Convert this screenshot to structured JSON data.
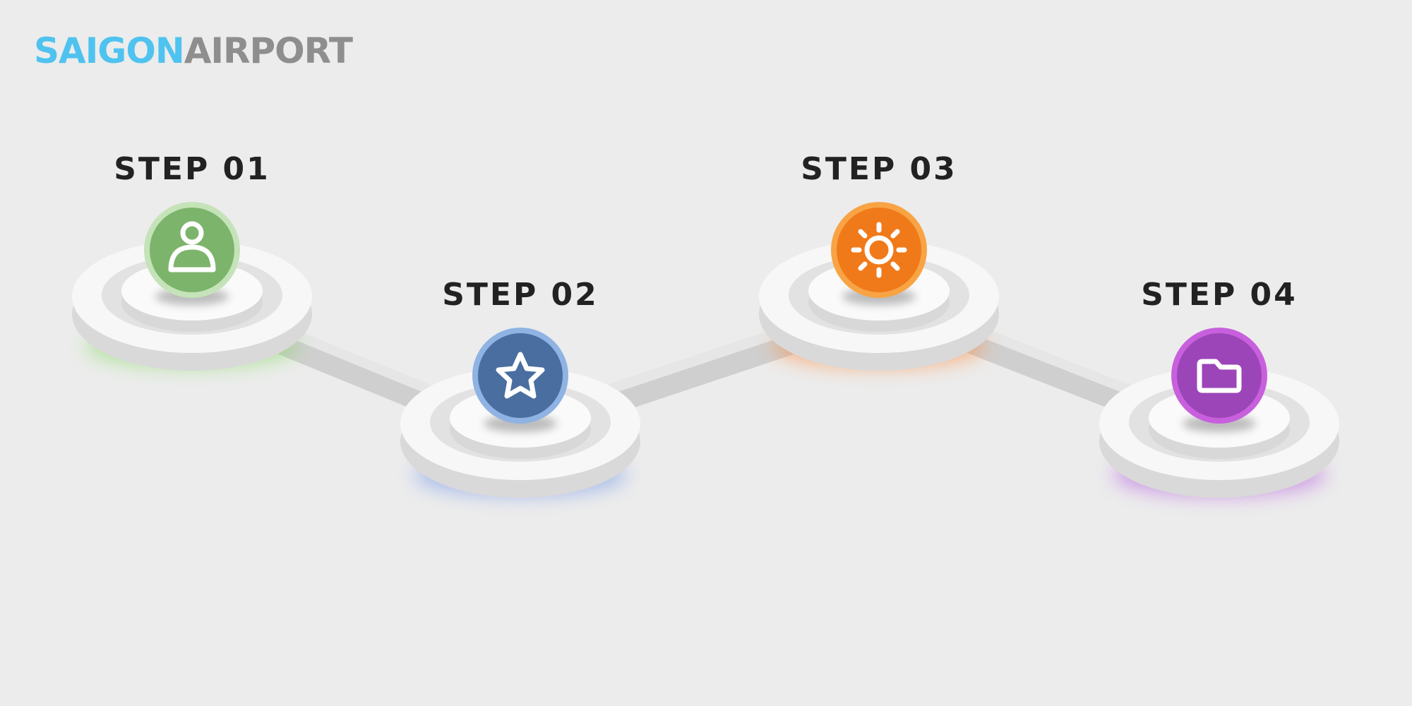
{
  "logo": {
    "part1": "SAIGON",
    "part2": "AIRPORT",
    "colors": {
      "part1": "#4fc3ef",
      "part2": "#8e8e8e"
    }
  },
  "steps": [
    {
      "label": "STEP 01",
      "icon": "user-icon",
      "color": "#7cb46b",
      "ring": "#c5e3b8",
      "glow": "#7ed957"
    },
    {
      "label": "STEP 02",
      "icon": "star-icon",
      "color": "#4a6ea0",
      "ring": "#8fb3e2",
      "glow": "#6a8fe8"
    },
    {
      "label": "STEP 03",
      "icon": "gear-icon",
      "color": "#f07a1a",
      "ring": "#f8a445",
      "glow": "#ff8a3d"
    },
    {
      "label": "STEP 04",
      "icon": "folder-icon",
      "color": "#9c45b8",
      "ring": "#c860dd",
      "glow": "#b65ee0"
    }
  ]
}
